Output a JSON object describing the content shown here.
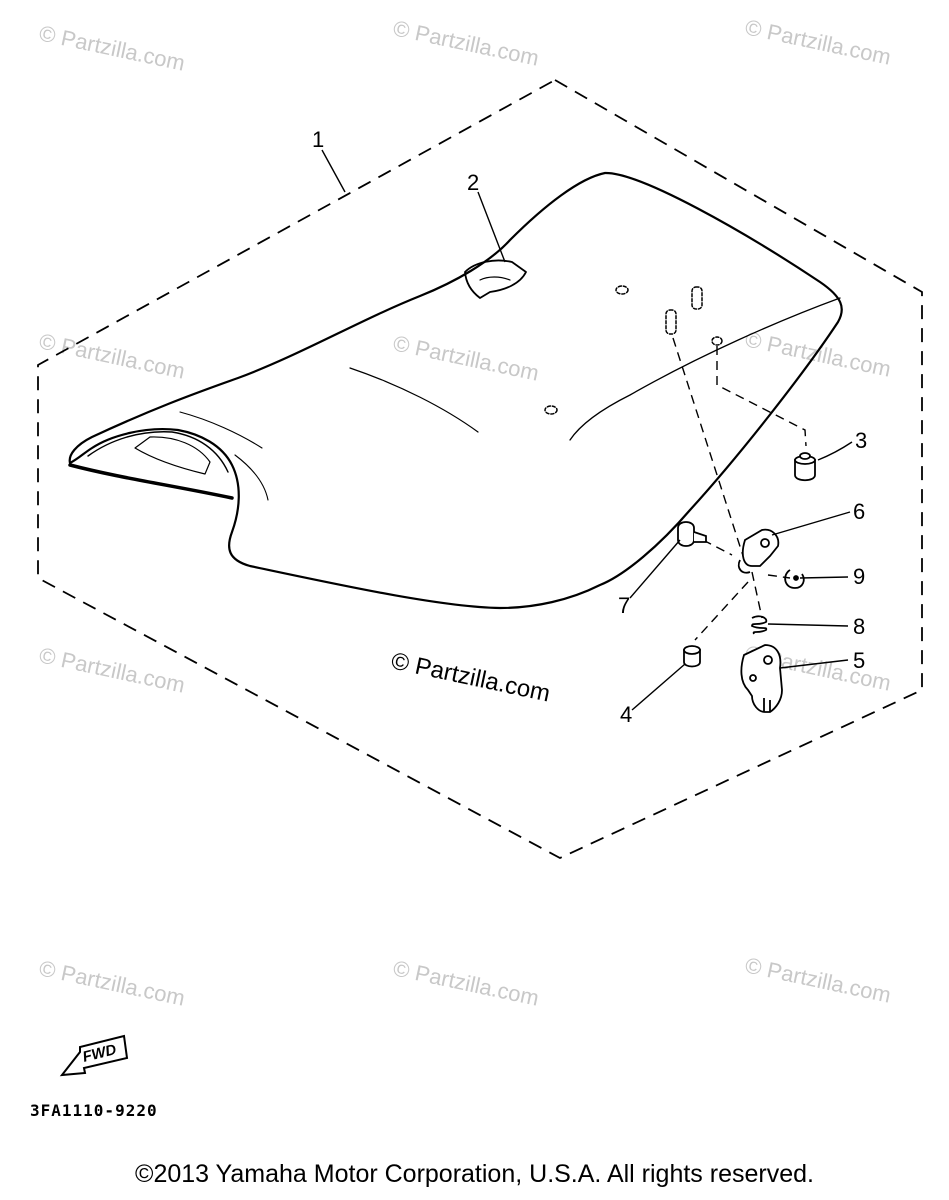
{
  "watermark": "© Partzilla.com",
  "watermark_main": "© Partzilla.com",
  "callouts": {
    "c1": "1",
    "c2": "2",
    "c3": "3",
    "c4": "4",
    "c5": "5",
    "c6": "6",
    "c7": "7",
    "c8": "8",
    "c9": "9"
  },
  "fwd_label": "FWD",
  "diagram_code": "3FA1110-9220",
  "copyright": "©2013 Yamaha Motor Corporation, U.S.A. All rights reserved."
}
